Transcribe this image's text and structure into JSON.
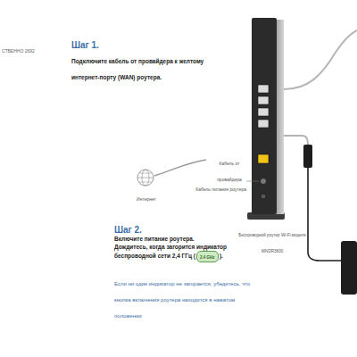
{
  "diagram": {
    "nodes": [
      {
        "text": [
          "2.4 GHz"
        ]
      }
    ],
    "labels": [
      "СТВЕННО 2692",
      "Шаг 1.",
      "Подключите кабель от провайдера к желтому интернет-порту (WAN) роутера.",
      "Интернет",
      "Кабель от провайдера",
      "Кабель питания роутера",
      "Беспроводной роутер Wi-Fi модели WNDR3800",
      "Шаг 2.",
      "Включите питание роутера.",
      "Дождитесь, когда загорится индикатор беспроводной сети 2,4 ГГц (",
      ").",
      "Если ни один индикатор не загорается, убедитесь, что кнопка включения роутера находится в нажатом положении"
    ]
  }
}
